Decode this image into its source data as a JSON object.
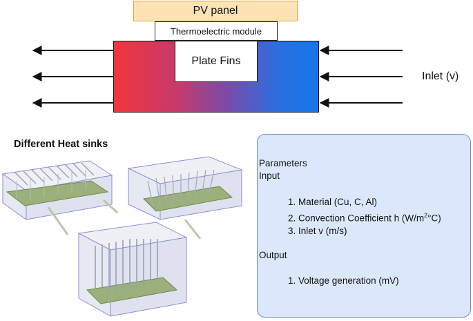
{
  "top_diagram": {
    "pv_panel": "PV panel",
    "thermoelectric_module": "Thermoelectric module",
    "plate_fins": "Plate Fins",
    "inlet_label": "Inlet (v)"
  },
  "heat_sinks": {
    "title": "Different Heat sinks"
  },
  "parameters": {
    "heading": "Parameters",
    "input_label": "Input",
    "inputs": [
      "1.  Material (Cu, C, Al)",
      "2. Convection Coefficient h (W/m",
      "3.  Inlet v (m/s)"
    ],
    "convection_sup": "2",
    "convection_suffix": "°C)",
    "output_label": "Output",
    "outputs": [
      "1. Voltage generation (mV)"
    ]
  },
  "colors": {
    "hot": "#f2353b",
    "cold": "#1577ea",
    "pv_fill": "#fbe3b5",
    "panel_fill": "#dbe8fb",
    "panel_border": "#6c8ebf"
  }
}
